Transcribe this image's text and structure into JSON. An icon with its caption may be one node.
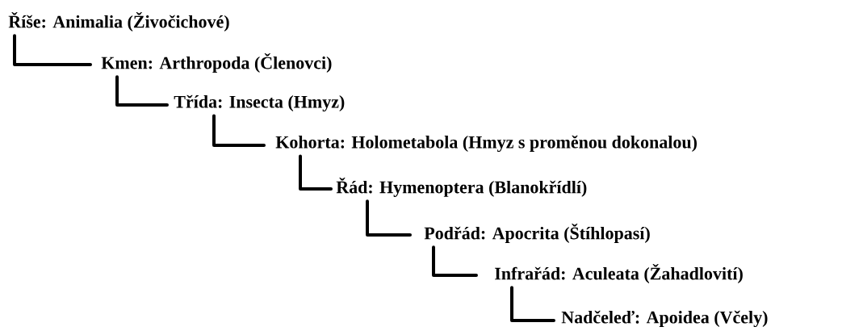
{
  "diagram": {
    "nodes": [
      {
        "text": [
          "Říše: Animalia (Živočichové)"
        ]
      },
      {
        "text": [
          "Kmen: Arthropoda (Členovci)"
        ]
      },
      {
        "text": [
          "Třída: Insecta (Hmyz)"
        ]
      },
      {
        "text": [
          "Kohorta: Holometabola (Hmyz s proměnou dokonalou)"
        ]
      },
      {
        "text": [
          "Řád: Hymenoptera (Blanokřídlí)"
        ]
      },
      {
        "text": [
          "Podřád: Apocrita (Štíhlopasí)"
        ]
      },
      {
        "text": [
          "Infrařád: Aculeata (Žahadlovití)"
        ]
      },
      {
        "text": [
          "Nadčeleď: Apoidea (Včely)"
        ]
      }
    ],
    "edges": [
      {
        "from": 0,
        "to": 1,
        "arrow": "none"
      },
      {
        "from": 1,
        "to": 2,
        "arrow": "none"
      },
      {
        "from": 2,
        "to": 3,
        "arrow": "none"
      },
      {
        "from": 3,
        "to": 4,
        "arrow": "none"
      },
      {
        "from": 4,
        "to": 5,
        "arrow": "none"
      },
      {
        "from": 5,
        "to": 6,
        "arrow": "none"
      },
      {
        "from": 6,
        "to": 7,
        "arrow": "none"
      }
    ]
  }
}
